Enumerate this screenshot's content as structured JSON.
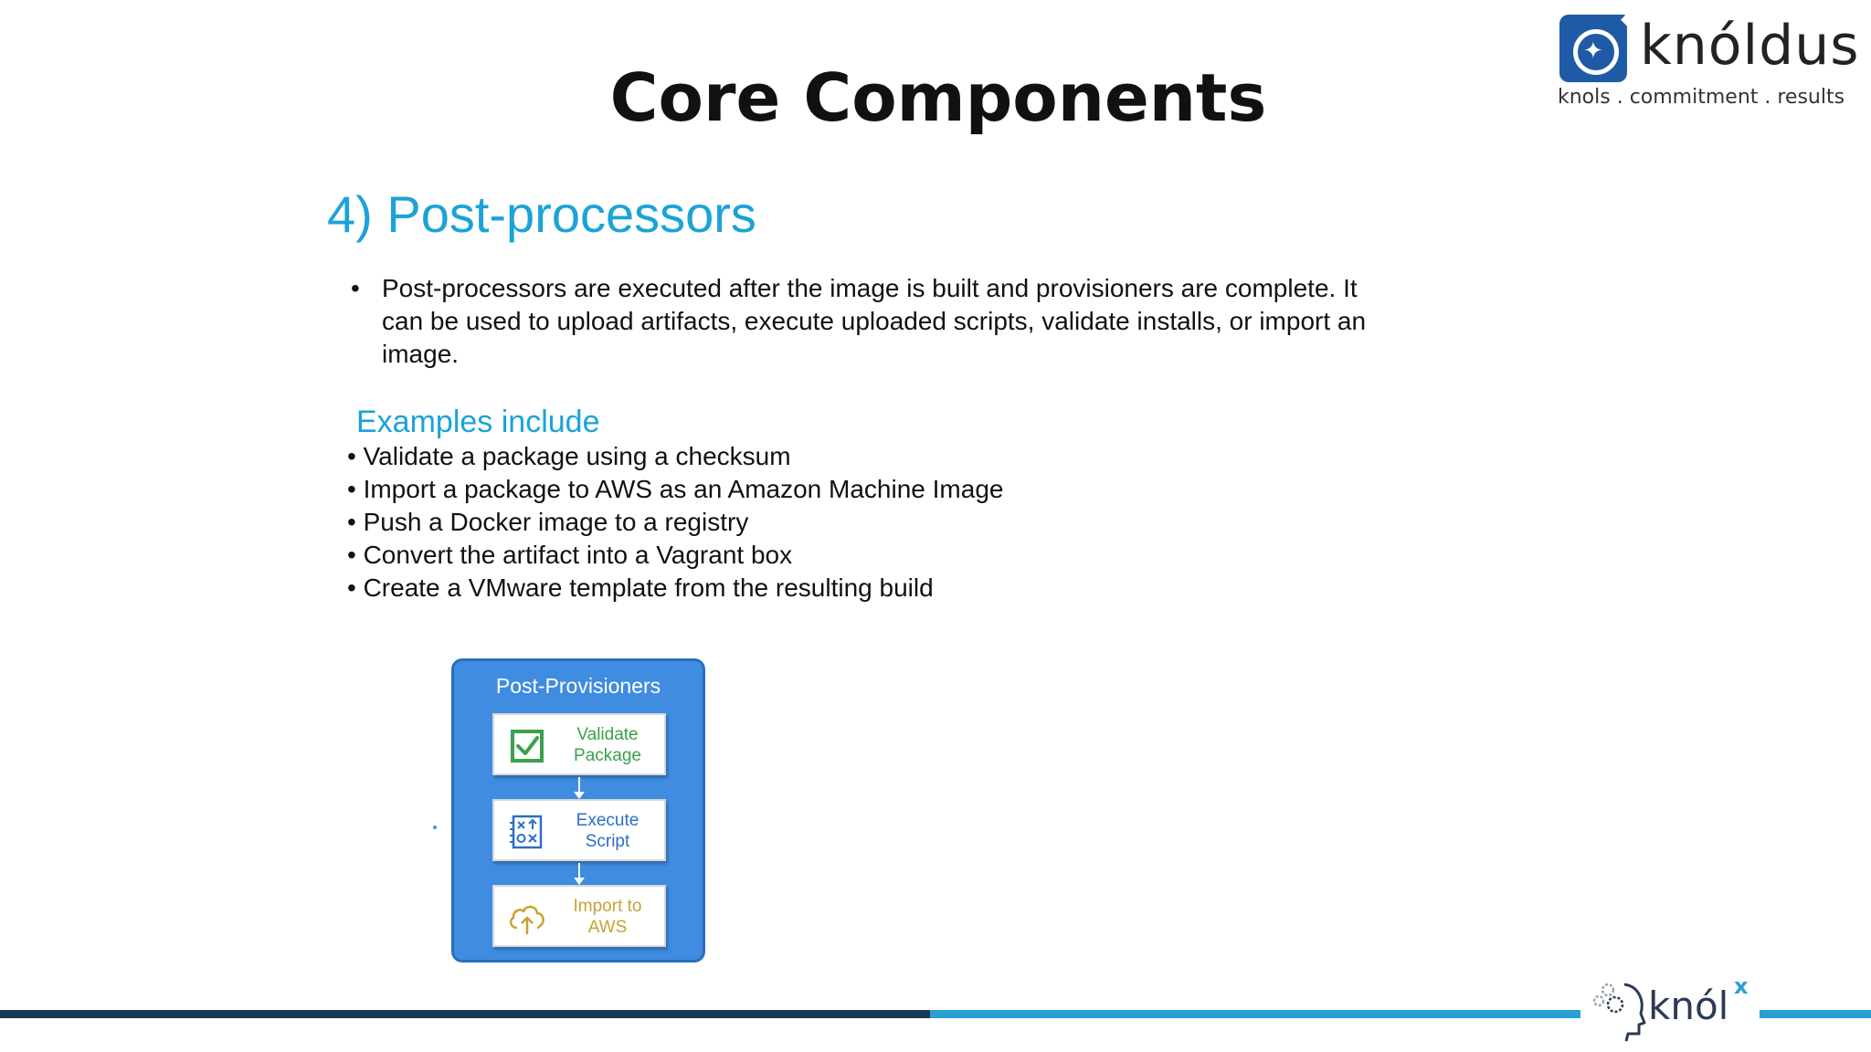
{
  "slide": {
    "title": "Core Components",
    "section_heading": "4) Post-processors",
    "description_bullet": "•",
    "description": "Post-processors are executed after the image is built and provisioners are complete. It can be used to upload artifacts, execute uploaded scripts, validate installs, or import an image.",
    "examples_heading": "Examples include",
    "examples": [
      "• Validate a package using a checksum",
      "• Import a package to AWS as an Amazon Machine Image",
      "• Push a Docker image to a registry",
      "• Convert the artifact into a Vagrant box",
      "• Create a VMware template from the resulting build"
    ]
  },
  "logo": {
    "wordmark": "knóldus",
    "tagline": "knols . commitment . results",
    "icon": "maple-leaf-icon",
    "brand_color": "#1f5aa6"
  },
  "diagram": {
    "title": "Post-Provisioners",
    "container_color": "#3f8ce0",
    "steps": [
      {
        "label": "Validate Package",
        "icon": "checkbox-icon",
        "color": "#3aa04c"
      },
      {
        "label": "Execute Script",
        "icon": "script-icon",
        "color": "#2d6ec9"
      },
      {
        "label": "Import to AWS",
        "icon": "cloud-upload-icon",
        "color": "#c8a233"
      }
    ]
  },
  "footer": {
    "badge_word": "knól",
    "badge_superscript": "x",
    "bar_dark_color": "#173a52",
    "bar_light_color": "#2a9fd6"
  },
  "colors": {
    "accent": "#1ba3d6",
    "text": "#111111"
  }
}
